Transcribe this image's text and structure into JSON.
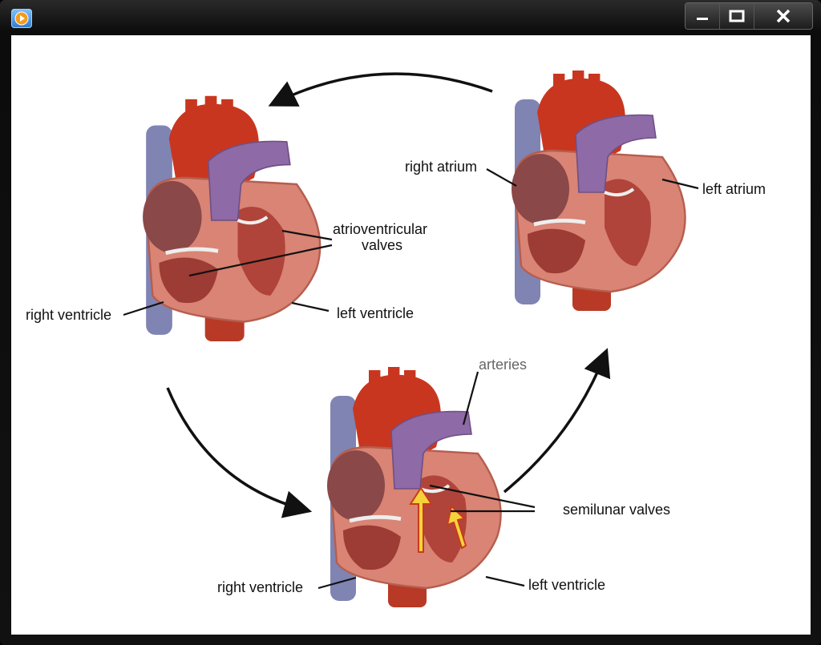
{
  "window": {
    "icon": "media-player-icon",
    "controls": [
      "minimize-icon",
      "maximize-icon",
      "close-icon"
    ]
  },
  "diagram": {
    "labels": {
      "right_atrium": "right atrium",
      "left_atrium": "left atrium",
      "atrioventricular_1": "atrioventricular",
      "atrioventricular_2": "valves",
      "right_ventricle_top": "right ventricle",
      "left_ventricle_top": "left ventricle",
      "arteries": "arteries",
      "semilunar": "semilunar valves",
      "right_ventricle_bottom": "right ventricle",
      "left_ventricle_bottom": "left ventricle"
    },
    "colors": {
      "vein": "#7f84b3",
      "aorta": "#c9361f",
      "pulmonary": "#8e6aa6",
      "muscle": "#d98474",
      "chamber": "#8a4848",
      "arrow_flow": "#f4d33a"
    }
  }
}
